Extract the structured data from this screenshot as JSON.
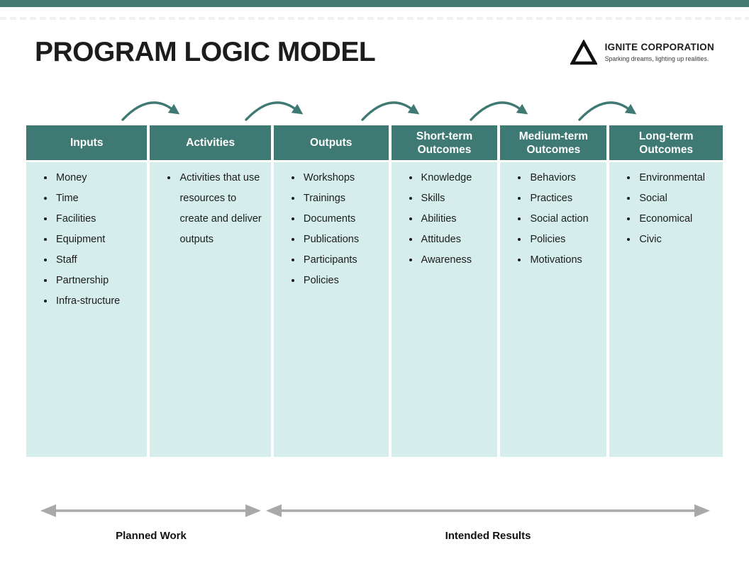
{
  "page": {
    "title": "PROGRAM LOGIC MODEL"
  },
  "logo": {
    "name": "IGNITE CORPORATION",
    "tagline": "Sparking dreams, lighting up realities.",
    "icon": "triangle-outline-icon"
  },
  "colors": {
    "top_bar": "#447c74",
    "header_bg": "#3e7a73",
    "body_bg": "#d5eeec",
    "flow_arrow": "#3e7a73",
    "range_arrow": "#a9a9a9",
    "text": "#1c1c1c"
  },
  "columns": [
    {
      "header": "Inputs",
      "items": [
        "Money",
        "Time",
        "Facilities",
        "Equipment",
        "Staff",
        "Partnership",
        "Infra-structure"
      ]
    },
    {
      "header": "Activities",
      "items": [
        "Activities that use resources to create and deliver outputs"
      ]
    },
    {
      "header": "Outputs",
      "items": [
        "Workshops",
        "Trainings",
        "Documents",
        "Publications",
        "Participants",
        "Policies"
      ]
    },
    {
      "header": "Short-term Outcomes",
      "items": [
        "Knowledge",
        "Skills",
        "Abilities",
        "Attitudes",
        "Awareness"
      ]
    },
    {
      "header": "Medium-term Outcomes",
      "items": [
        "Behaviors",
        "Practices",
        "Social action",
        "Policies",
        "Motivations"
      ]
    },
    {
      "header": "Long-term Outcomes",
      "items": [
        "Environmental",
        "Social",
        "Economical",
        "Civic"
      ]
    }
  ],
  "footer": {
    "planned_work": "Planned Work",
    "intended_results": "Intended Results"
  }
}
